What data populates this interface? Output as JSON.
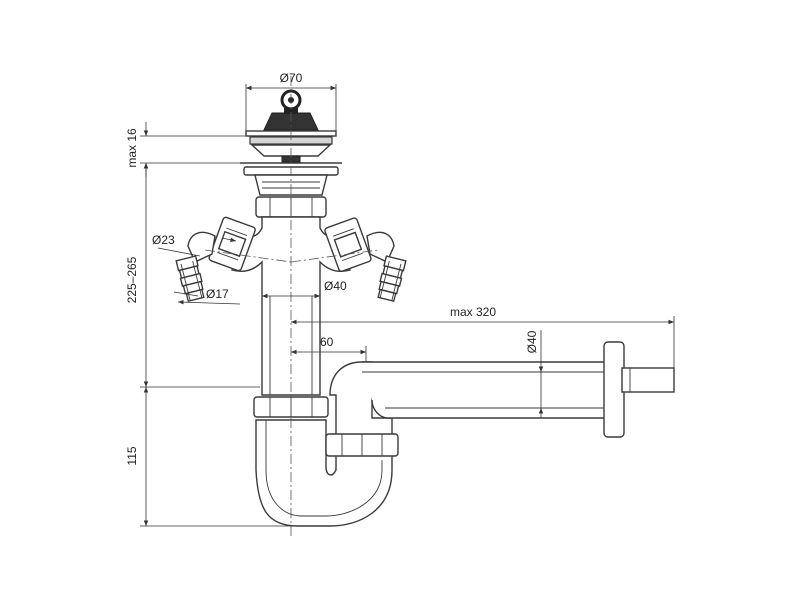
{
  "labels": {
    "d70": "Ø70",
    "max16": "max 16",
    "h225": "225–265",
    "h115": "115",
    "d23": "Ø23",
    "d17": "Ø17",
    "d40_inlet": "Ø40",
    "max320": "max 320",
    "dist60": "60",
    "d40_outlet": "Ø40"
  }
}
